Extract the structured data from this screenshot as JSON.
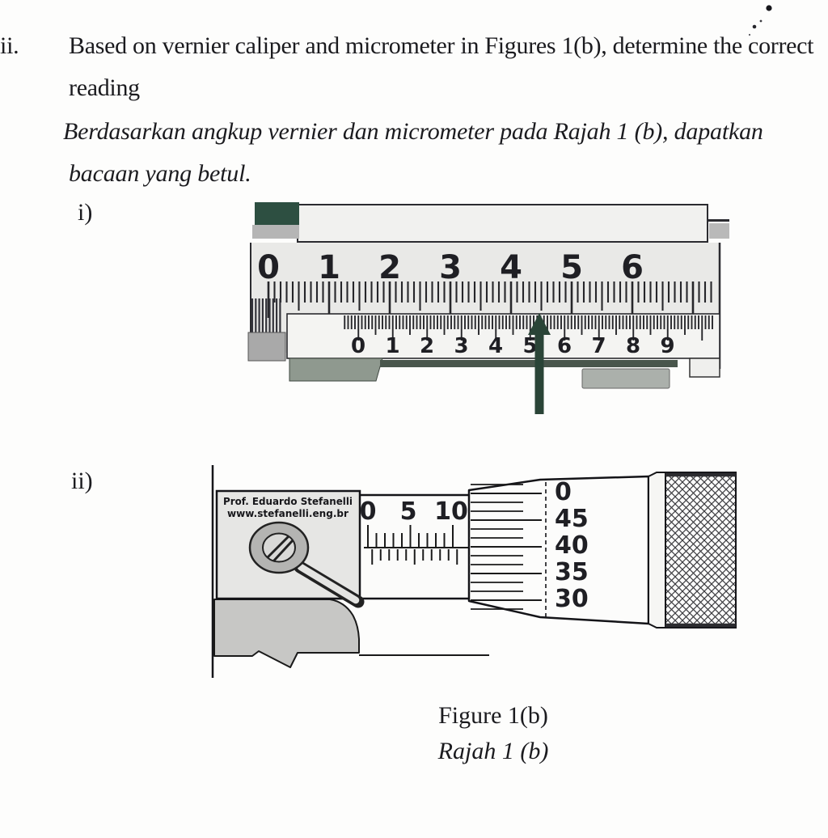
{
  "question": {
    "number": "iii.",
    "text_en_line1": "Based on vernier caliper and micrometer in Figures 1(b), determine the correct",
    "text_en_line2": "reading",
    "text_ms_line1": "Berdasarkan angkup vernier dan micrometer pada Rajah 1 (b), dapatkan",
    "text_ms_line2": "bacaan yang betul."
  },
  "parts": {
    "i": "i)",
    "ii": "ii)"
  },
  "figure_caption": {
    "en": "Figure 1(b)",
    "ms": "Rajah 1 (b)"
  },
  "vernier_caliper": {
    "main_scale_labels": [
      "0",
      "1",
      "2",
      "3",
      "4",
      "5",
      "6"
    ],
    "vernier_scale_labels": [
      "0",
      "1",
      "2",
      "3",
      "4",
      "5",
      "6",
      "7",
      "8",
      "9"
    ],
    "pointer_vernier_position": 5.4,
    "colors": {
      "accent_teal": "#2d4f41",
      "arrow_green": "#2a4437",
      "slider_strip": "#49564c"
    }
  },
  "micrometer": {
    "brand_line1": "Prof. Eduardo Stefanelli",
    "brand_line2": "www.stefanelli.eng.br",
    "sleeve_scale_labels": [
      "0",
      "5",
      "10"
    ],
    "thimble_scale_labels": [
      "0",
      "45",
      "40",
      "35",
      "30"
    ]
  }
}
